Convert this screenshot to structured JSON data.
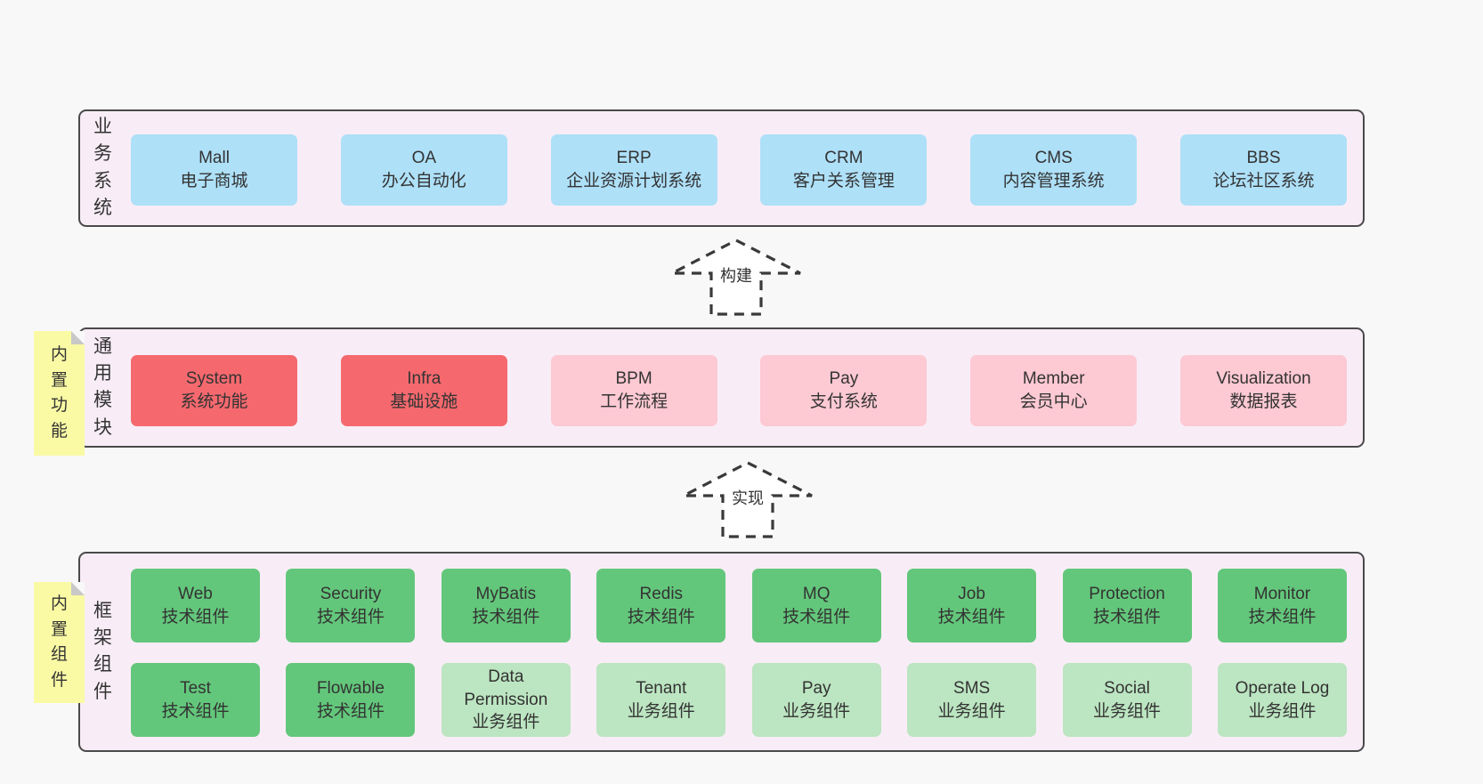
{
  "colors": {
    "page_bg": "#f8f8f8",
    "container_bg": "#f8edf6",
    "container_border": "#4a4a4a",
    "blue": "#aee0f8",
    "red": "#f5696e",
    "pink": "#fdc9d3",
    "green": "#63c77b",
    "lightgreen": "#bce5c1",
    "tag_bg": "#fafaa5",
    "tag_fold": "#c8c8c8",
    "text": "#333333",
    "arrow": "#3a3a3a"
  },
  "layers": {
    "business": {
      "label": "业务系统",
      "boxes": [
        {
          "title": "Mall",
          "subtitle": "电子商城",
          "type": "blue"
        },
        {
          "title": "OA",
          "subtitle": "办公自动化",
          "type": "blue"
        },
        {
          "title": "ERP",
          "subtitle": "企业资源计划系统",
          "type": "blue"
        },
        {
          "title": "CRM",
          "subtitle": "客户关系管理",
          "type": "blue"
        },
        {
          "title": "CMS",
          "subtitle": "内容管理系统",
          "type": "blue"
        },
        {
          "title": "BBS",
          "subtitle": "论坛社区系统",
          "type": "blue"
        }
      ]
    },
    "modules": {
      "label": "通用模块",
      "tag": "内置功能",
      "boxes": [
        {
          "title": "System",
          "subtitle": "系统功能",
          "type": "red"
        },
        {
          "title": "Infra",
          "subtitle": "基础设施",
          "type": "red"
        },
        {
          "title": "BPM",
          "subtitle": "工作流程",
          "type": "pink"
        },
        {
          "title": "Pay",
          "subtitle": "支付系统",
          "type": "pink"
        },
        {
          "title": "Member",
          "subtitle": "会员中心",
          "type": "pink"
        },
        {
          "title": "Visualization",
          "subtitle": "数据报表",
          "type": "pink"
        }
      ]
    },
    "framework": {
      "label": "框架组件",
      "tag": "内置组件",
      "row1": [
        {
          "title": "Web",
          "subtitle": "技术组件",
          "type": "green"
        },
        {
          "title": "Security",
          "subtitle": "技术组件",
          "type": "green"
        },
        {
          "title": "MyBatis",
          "subtitle": "技术组件",
          "type": "green"
        },
        {
          "title": "Redis",
          "subtitle": "技术组件",
          "type": "green"
        },
        {
          "title": "MQ",
          "subtitle": "技术组件",
          "type": "green"
        },
        {
          "title": "Job",
          "subtitle": "技术组件",
          "type": "green"
        },
        {
          "title": "Protection",
          "subtitle": "技术组件",
          "type": "green"
        },
        {
          "title": "Monitor",
          "subtitle": "技术组件",
          "type": "green"
        }
      ],
      "row2": [
        {
          "title": "Test",
          "subtitle": "技术组件",
          "type": "green"
        },
        {
          "title": "Flowable",
          "subtitle": "技术组件",
          "type": "green"
        },
        {
          "title": "Data Permission",
          "subtitle": "业务组件",
          "type": "lightgreen"
        },
        {
          "title": "Tenant",
          "subtitle": "业务组件",
          "type": "lightgreen"
        },
        {
          "title": "Pay",
          "subtitle": "业务组件",
          "type": "lightgreen"
        },
        {
          "title": "SMS",
          "subtitle": "业务组件",
          "type": "lightgreen"
        },
        {
          "title": "Social",
          "subtitle": "业务组件",
          "type": "lightgreen"
        },
        {
          "title": "Operate Log",
          "subtitle": "业务组件",
          "type": "lightgreen"
        }
      ]
    }
  },
  "arrows": {
    "build": {
      "label": "构建"
    },
    "implement": {
      "label": "实现"
    }
  }
}
